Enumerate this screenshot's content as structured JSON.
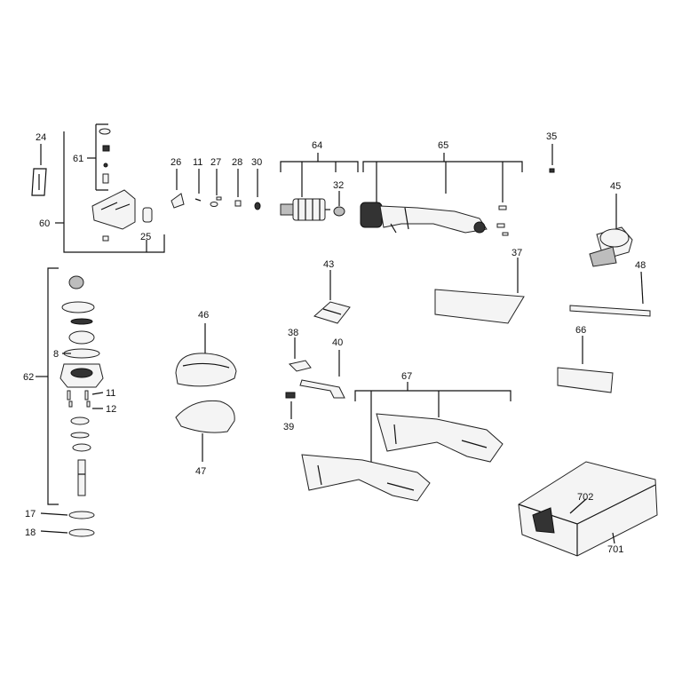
{
  "labels": {
    "l24": "24",
    "l61": "61",
    "l60": "60",
    "l25": "25",
    "l26": "26",
    "l11a": "11",
    "l27": "27",
    "l28": "28",
    "l30": "30",
    "l64": "64",
    "l32": "32",
    "l65": "65",
    "l35": "35",
    "l45": "45",
    "l48": "48",
    "l37": "37",
    "l43": "43",
    "l62": "62",
    "l8": "8",
    "l11b": "11",
    "l12": "12",
    "l17": "17",
    "l18": "18",
    "l46": "46",
    "l47": "47",
    "l38": "38",
    "l40": "40",
    "l39": "39",
    "l67": "67",
    "l66": "66",
    "l702": "702",
    "l701": "701"
  }
}
